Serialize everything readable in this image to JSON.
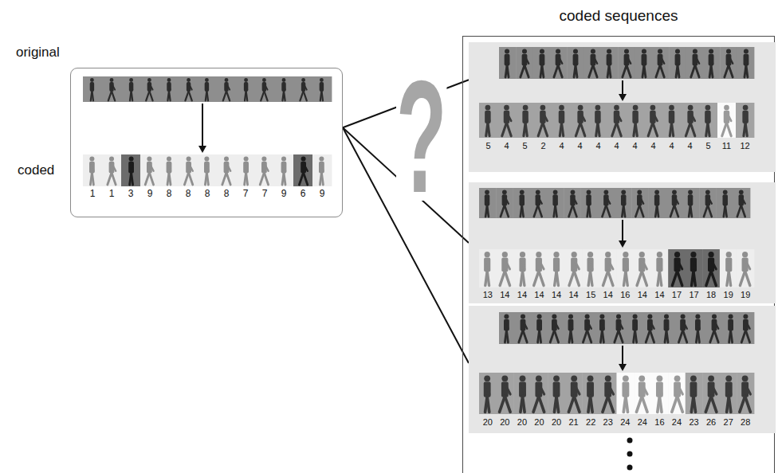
{
  "diagram": {
    "nodes": [
      {
        "text": [
          "1",
          "1",
          "3",
          "9",
          "8",
          "8",
          "8",
          "8",
          "7",
          "7",
          "9",
          "6",
          "9"
        ]
      },
      {
        "text": [
          "coded sequences"
        ]
      },
      {
        "text": [
          "5",
          "4",
          "5",
          "2",
          "4",
          "4",
          "4",
          "4",
          "4",
          "4",
          "4",
          "4",
          "5",
          "11",
          "12"
        ],
        "in": 1
      },
      {
        "text": [
          "13",
          "14",
          "14",
          "14",
          "14",
          "14",
          "15",
          "14",
          "16",
          "14",
          "14",
          "17",
          "17",
          "18",
          "19",
          "19"
        ],
        "in": 1
      },
      {
        "text": [
          "20",
          "20",
          "20",
          "20",
          "20",
          "21",
          "22",
          "23",
          "24",
          "24",
          "16",
          "24",
          "23",
          "26",
          "27",
          "28"
        ],
        "in": 1
      }
    ],
    "edges": [
      {
        "from": 0,
        "to": 2,
        "arrow": "none"
      },
      {
        "from": 0,
        "to": 3,
        "arrow": "none"
      },
      {
        "from": 0,
        "to": 4,
        "arrow": "none"
      }
    ],
    "labels": [
      "original",
      "coded",
      "?"
    ]
  }
}
